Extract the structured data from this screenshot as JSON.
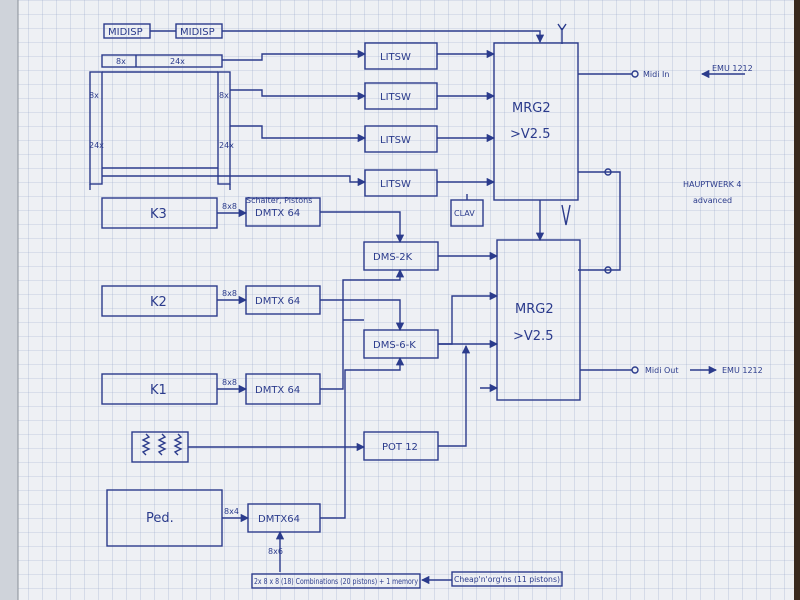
{
  "diagram": {
    "top_boxes": [
      "MIDISP",
      "MIDISP"
    ],
    "bus_labels": {
      "top_left": "8x",
      "top_right": "24x",
      "side_left_top": "8x",
      "side_left_bottom": "24x",
      "side_right_top": "8x",
      "side_right_bottom": "24x"
    },
    "litsw": [
      "LITSW",
      "LITSW",
      "LITSW",
      "LITSW"
    ],
    "manuals": [
      "K3",
      "K2",
      "K1",
      "Ped."
    ],
    "dmtx": [
      "DMTX 64",
      "DMTX 64",
      "DMTX 64",
      "DMTX64"
    ],
    "dmtx_labels": [
      "8x8",
      "8x8",
      "8x8",
      "8x4"
    ],
    "dmtx_note": "Schalter, Pistons",
    "dmtx_bottom_input": "8x6",
    "dms": [
      "DMS-2K",
      "DMS-6-K"
    ],
    "clav": "CLAV",
    "pot": "POT 12",
    "mrg_top": {
      "name": "MRG2",
      "version": ">V2.5"
    },
    "mrg_bottom": {
      "name": "MRG2",
      "version": ">V2.5"
    },
    "midi_in": "Midi In",
    "midi_out": "Midi Out",
    "emu_in": "EMU 1212",
    "emu_out": "EMU 1212",
    "hauptwerk": [
      "HAUPTWERK 4",
      "advanced"
    ],
    "bottom_note_left": "2x 8 x 8 (18) Combinations (20 pistons) + 1 memory",
    "bottom_note_right": "Cheap'n'org'ns (11 pistons)"
  }
}
